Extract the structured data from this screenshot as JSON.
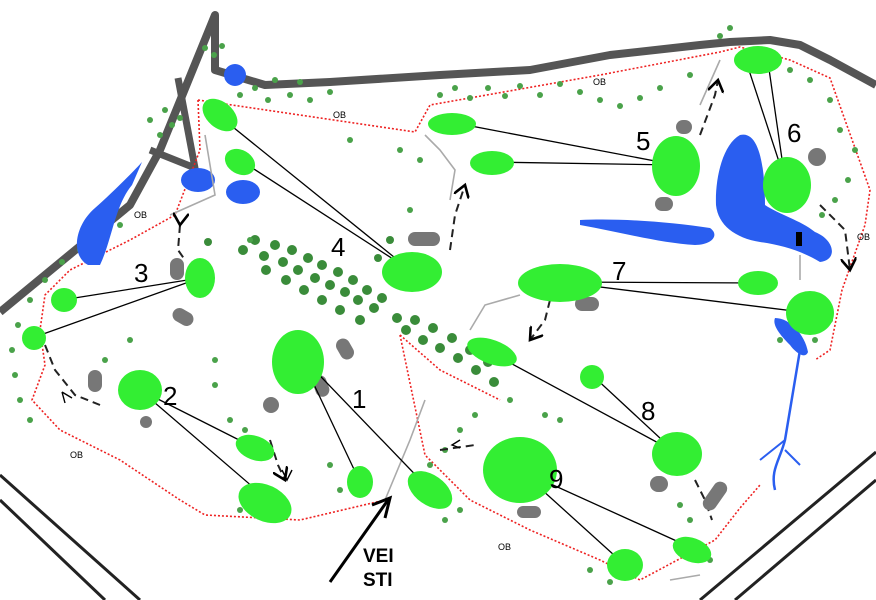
{
  "map": {
    "holes": [
      {
        "number": "1"
      },
      {
        "number": "2"
      },
      {
        "number": "3"
      },
      {
        "number": "4"
      },
      {
        "number": "5"
      },
      {
        "number": "6"
      },
      {
        "number": "7"
      },
      {
        "number": "8"
      },
      {
        "number": "9"
      }
    ],
    "ob_label": "OB",
    "road_label_line1": "VEI",
    "road_label_line2": "STI",
    "colors": {
      "green": "#33ee33",
      "water": "#2a5ef0",
      "tee": "#777777",
      "trees": "#3a8c3a",
      "ob_line": "#ee2222",
      "road": "#555555"
    },
    "icons": [
      "tree-icon",
      "water-icon",
      "tee-pad-icon",
      "basket-green-icon",
      "arrow-icon"
    ]
  }
}
